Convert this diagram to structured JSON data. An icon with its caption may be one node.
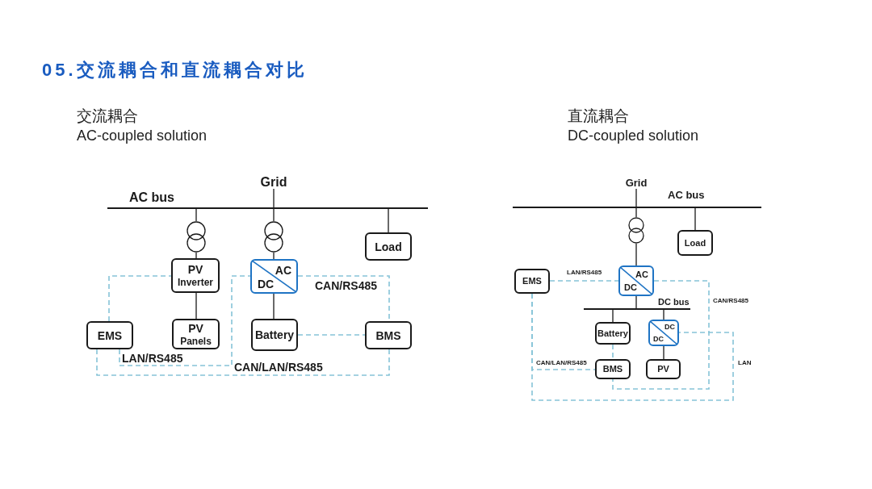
{
  "diagram": {
    "title": "05.交流耦合和直流耦合对比",
    "nodes": [
      {
        "text": [
          "Grid"
        ]
      },
      {
        "text": [],
        "shape": "bar",
        "beside": [
          "AC bus"
        ]
      },
      {
        "text": [],
        "shape": "transformer"
      },
      {
        "text": [],
        "shape": "transformer"
      },
      {
        "text": [
          "Load"
        ]
      },
      {
        "text": [
          "PV",
          "Inverter"
        ]
      },
      {
        "text": [
          "AC",
          "DC"
        ]
      },
      {
        "text": [
          "EMS"
        ]
      },
      {
        "text": [
          "PV",
          "Panels"
        ]
      },
      {
        "text": [
          "Battery"
        ]
      },
      {
        "text": [
          "BMS"
        ]
      },
      {
        "text": [
          "Grid"
        ]
      },
      {
        "text": [],
        "shape": "bar",
        "beside": [
          "AC bus"
        ]
      },
      {
        "text": [],
        "shape": "transformer"
      },
      {
        "text": [
          "Load"
        ]
      },
      {
        "text": [
          "EMS"
        ]
      },
      {
        "text": [
          "AC",
          "DC"
        ]
      },
      {
        "text": [],
        "shape": "bar",
        "beside": [
          "DC bus"
        ]
      },
      {
        "text": [
          "Battery"
        ]
      },
      {
        "text": [
          "DC",
          "DC"
        ]
      },
      {
        "text": [
          "BMS"
        ]
      },
      {
        "text": [
          "PV"
        ]
      }
    ],
    "edges": [
      {
        "from": 0,
        "to": 1,
        "arrow": "none"
      },
      {
        "from": 1,
        "to": 2,
        "arrow": "none"
      },
      {
        "from": 1,
        "to": 3,
        "arrow": "none"
      },
      {
        "from": 1,
        "to": 4,
        "arrow": "none"
      },
      {
        "from": 2,
        "to": 5,
        "arrow": "none"
      },
      {
        "from": 3,
        "to": 6,
        "arrow": "none"
      },
      {
        "from": 5,
        "to": 8,
        "arrow": "none"
      },
      {
        "from": 6,
        "to": 9,
        "arrow": "none"
      },
      {
        "from": 7,
        "to": 5,
        "arrow": "none",
        "style": "dashed",
        "color": "#86c4d8"
      },
      {
        "from": 7,
        "to": 6,
        "arrow": "none",
        "label": "LAN/RS485",
        "style": "dashed",
        "color": "#86c4d8"
      },
      {
        "from": 6,
        "to": 10,
        "arrow": "none",
        "label": "CAN/RS485",
        "style": "dashed",
        "color": "#86c4d8"
      },
      {
        "from": 9,
        "to": 10,
        "arrow": "none",
        "style": "dashed",
        "color": "#86c4d8"
      },
      {
        "from": 7,
        "to": 10,
        "arrow": "none",
        "label": "CAN/LAN/RS485",
        "style": "dashed",
        "color": "#86c4d8"
      },
      {
        "from": 11,
        "to": 12,
        "arrow": "none"
      },
      {
        "from": 12,
        "to": 13,
        "arrow": "none"
      },
      {
        "from": 12,
        "to": 14,
        "arrow": "none"
      },
      {
        "from": 13,
        "to": 16,
        "arrow": "none"
      },
      {
        "from": 16,
        "to": 17,
        "arrow": "none"
      },
      {
        "from": 17,
        "to": 18,
        "arrow": "none"
      },
      {
        "from": 17,
        "to": 19,
        "arrow": "none"
      },
      {
        "from": 19,
        "to": 21,
        "arrow": "none"
      },
      {
        "from": 15,
        "to": 16,
        "arrow": "none",
        "label": "LAN/RS485",
        "style": "dashed",
        "color": "#86c4d8"
      },
      {
        "from": 16,
        "to": 20,
        "arrow": "none",
        "label": "CAN/RS485",
        "style": "dashed",
        "color": "#86c4d8"
      },
      {
        "from": 18,
        "to": 20,
        "arrow": "none",
        "style": "dashed",
        "color": "#86c4d8"
      },
      {
        "from": 15,
        "to": 20,
        "arrow": "none",
        "label": "CAN/LAN/RS485",
        "style": "dashed",
        "color": "#86c4d8"
      },
      {
        "from": 15,
        "to": 19,
        "arrow": "none",
        "label": "LAN",
        "style": "dashed",
        "color": "#86c4d8"
      }
    ],
    "labels": [
      "交流耦合",
      "AC-coupled solution",
      "直流耦合",
      "DC-coupled solution"
    ]
  }
}
